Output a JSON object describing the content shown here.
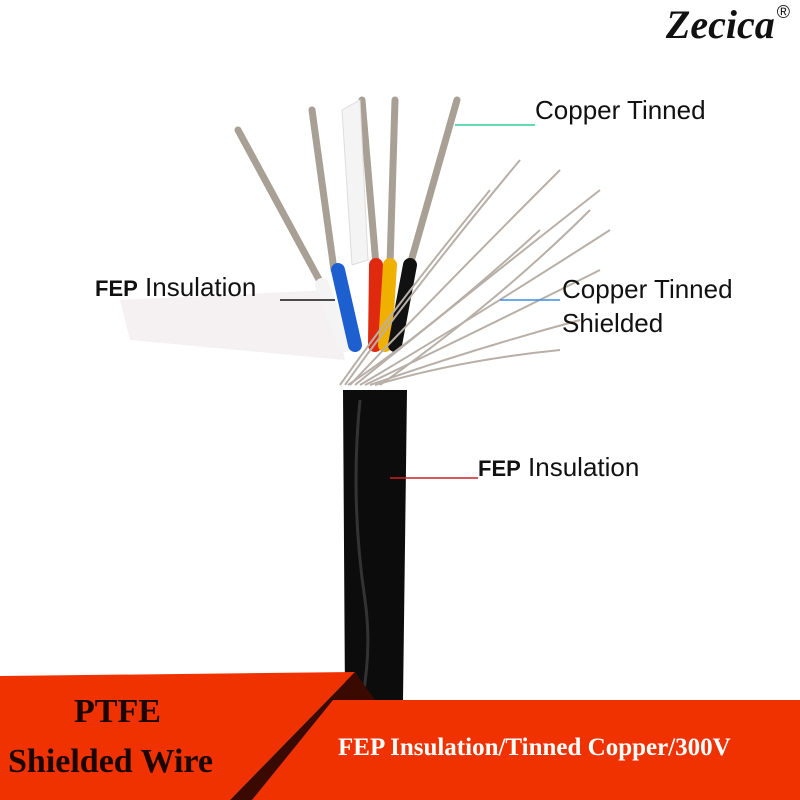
{
  "brand": {
    "logo": "Zecica",
    "registered": "®"
  },
  "labels": {
    "core_conductor": "Copper Tinned",
    "core_insulation_prefix": "FEP",
    "core_insulation_suffix": "Insulation",
    "shield_line1": "Copper Tinned",
    "shield_line2": "Shielded",
    "jacket_prefix": "FEP",
    "jacket_suffix": "Insulation"
  },
  "banner": {
    "title_line1": "PTFE",
    "title_line2": "Shielded Wire",
    "spec": "FEP Insulation/Tinned Copper/300V"
  },
  "colors": {
    "banner_red": "#f03200",
    "core_colors": [
      "#ffffff",
      "#1e5fd0",
      "#e02a10",
      "#f0b000",
      "#111111"
    ],
    "leader_green": "#2ecf9a",
    "leader_blue": "#3a8ee8",
    "leader_red": "#d02020"
  }
}
